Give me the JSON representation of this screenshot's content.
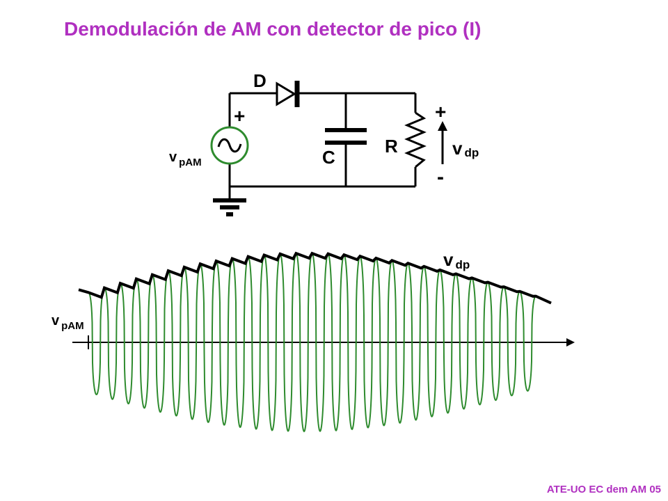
{
  "title": "Demodulación de AM con detector de pico (I)",
  "footer": "ATE-UO EC dem AM 05",
  "circuit": {
    "diode_label": "D",
    "capacitor_label": "C",
    "resistor_label": "R",
    "source_plus": "+",
    "source_label_main": "v",
    "source_label_sub": "pAM",
    "output_plus": "+",
    "output_minus": "-",
    "output_label_main": "v",
    "output_label_sub": "dp"
  },
  "waveform": {
    "input_label_main": "v",
    "input_label_sub": "pAM",
    "output_label_main": "v",
    "output_label_sub": "dp",
    "carrier_color": "#2e8b2e",
    "envelope_color": "#000000"
  }
}
